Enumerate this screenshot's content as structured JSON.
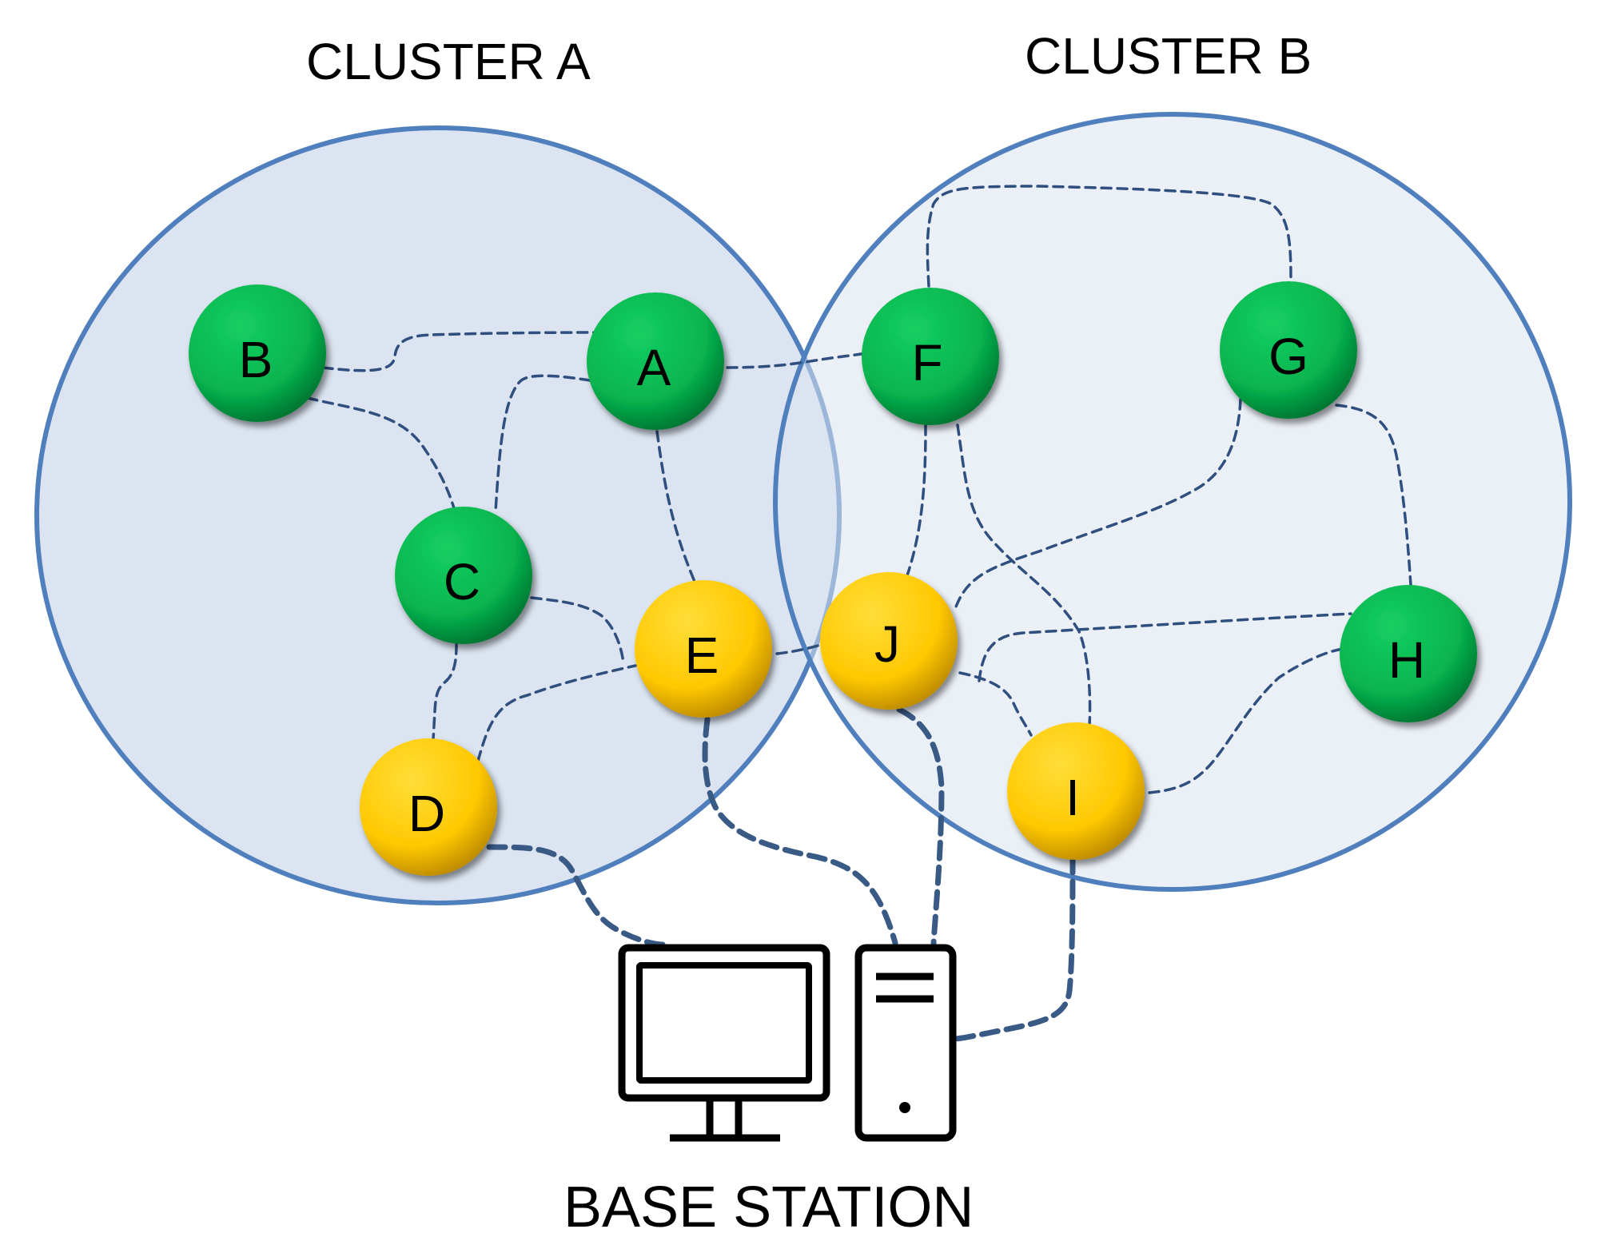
{
  "clusters": {
    "a": {
      "title": "CLUSTER A"
    },
    "b": {
      "title": "CLUSTER B"
    }
  },
  "base_station": {
    "label": "BASE STATION"
  },
  "colors": {
    "cluster_fill": "#dae3f0",
    "cluster_border": "#4f7fbd",
    "link": "#2f4f7f",
    "node_green": "#07b44e",
    "node_yellow": "#ffc800"
  },
  "nodes": [
    {
      "id": "A",
      "label": "A",
      "color": "green"
    },
    {
      "id": "B",
      "label": "B",
      "color": "green"
    },
    {
      "id": "C",
      "label": "C",
      "color": "green"
    },
    {
      "id": "D",
      "label": "D",
      "color": "yellow"
    },
    {
      "id": "E",
      "label": "E",
      "color": "yellow"
    },
    {
      "id": "F",
      "label": "F",
      "color": "green"
    },
    {
      "id": "G",
      "label": "G",
      "color": "green"
    },
    {
      "id": "H",
      "label": "H",
      "color": "green"
    },
    {
      "id": "I",
      "label": "I",
      "color": "yellow"
    },
    {
      "id": "J",
      "label": "J",
      "color": "yellow"
    }
  ],
  "links": [
    {
      "from": "B",
      "to": "A"
    },
    {
      "from": "B",
      "to": "C"
    },
    {
      "from": "A",
      "to": "C"
    },
    {
      "from": "A",
      "to": "E"
    },
    {
      "from": "A",
      "to": "F"
    },
    {
      "from": "C",
      "to": "E"
    },
    {
      "from": "C",
      "to": "D"
    },
    {
      "from": "D",
      "to": "E"
    },
    {
      "from": "E",
      "to": "J"
    },
    {
      "from": "F",
      "to": "G"
    },
    {
      "from": "F",
      "to": "J"
    },
    {
      "from": "F",
      "to": "I"
    },
    {
      "from": "G",
      "to": "J"
    },
    {
      "from": "G",
      "to": "H"
    },
    {
      "from": "J",
      "to": "H"
    },
    {
      "from": "J",
      "to": "I"
    },
    {
      "from": "I",
      "to": "H"
    },
    {
      "from": "D",
      "to": "base_station"
    },
    {
      "from": "E",
      "to": "base_station"
    },
    {
      "from": "J",
      "to": "base_station"
    },
    {
      "from": "I",
      "to": "base_station"
    }
  ],
  "icons": {
    "monitor": "monitor-icon",
    "tower": "computer-tower-icon"
  }
}
